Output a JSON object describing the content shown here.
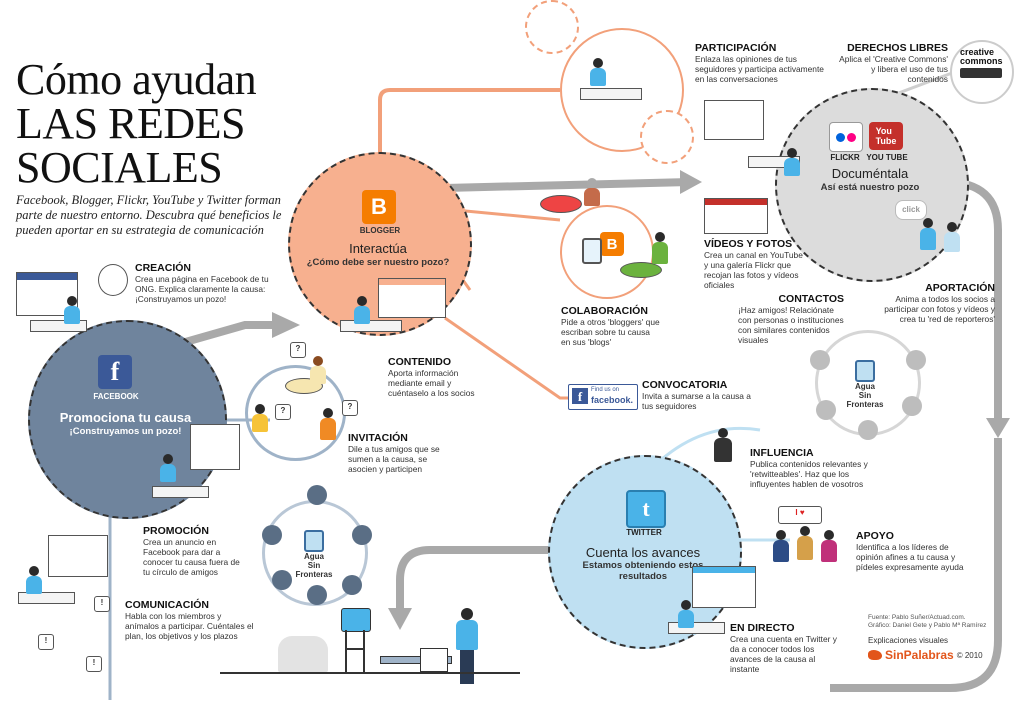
{
  "title": {
    "line1": "Cómo ayudan",
    "line2": "LAS REDES",
    "line3": "SOCIALES"
  },
  "intro": "Facebook, Blogger, Flickr, YouTube y Twitter forman parte de nuestro entorno. Descubra qué beneficios le pueden aportar en su estrategia de comunicación",
  "hubs": {
    "facebook": {
      "logo": "FACEBOOK",
      "title": "Promociona tu causa",
      "sub": "¡Construyamos un pozo!"
    },
    "blogger": {
      "logo": "BLOGGER",
      "title": "Interactúa",
      "sub": "¿Cómo debe ser nuestro pozo?"
    },
    "flickr_youtube": {
      "logo1": "FLICKR",
      "logo2": "YOU TUBE",
      "title": "Documéntala",
      "sub": "Así está nuestro pozo"
    },
    "twitter": {
      "logo": "TWITTER",
      "title": "Cuenta los avances",
      "sub": "Estamos obteniendo estos resultados"
    }
  },
  "sections": {
    "creacion": {
      "h": "CREACIÓN",
      "t": "Crea una página en Facebook de tu ONG. Explica claramente la causa: ¡Construyamos un pozo!"
    },
    "contenido": {
      "h": "CONTENIDO",
      "t": "Aporta información mediante email y cuéntaselo a los socios"
    },
    "invitacion": {
      "h": "INVITACIÓN",
      "t": "Dile a tus amigos que se sumen a la causa, se asocien y participen"
    },
    "promocion": {
      "h": "PROMOCIÓN",
      "t": "Crea un anuncio en Facebook para dar a conocer tu causa fuera de tu círculo de amigos"
    },
    "comunicacion": {
      "h": "COMUNICACIÓN",
      "t": "Habla con los miembros y anímalos a participar. Cuéntales el plan, los objetivos y los plazos"
    },
    "participacion": {
      "h": "PARTICIPACIÓN",
      "t": "Enlaza las opiniones de tus seguidores y participa activamente en las conversaciones"
    },
    "derechos": {
      "h": "DERECHOS LIBRES",
      "t": "Aplica el 'Creative Commons' y libera el uso de tus contenidos"
    },
    "colaboracion": {
      "h": "COLABORACIÓN",
      "t": "Pide a otros 'bloggers' que escriban sobre tu causa en sus 'blogs'"
    },
    "videos": {
      "h": "VÍDEOS Y FOTOS",
      "t": "Crea un canal en YouTube y una galería Flickr que recojan las fotos y vídeos oficiales"
    },
    "aportacion": {
      "h": "APORTACIÓN",
      "t": "Anima a todos los socios a participar con fotos y vídeos y crea tu 'red de reporteros'"
    },
    "contactos": {
      "h": "CONTACTOS",
      "t": "¡Haz amigos! Relaciónate con personas o instituciones con similares contenidos visuales"
    },
    "convocatoria": {
      "h": "CONVOCATORIA",
      "t": "Invita a sumarse a la causa a tus seguidores"
    },
    "influencia": {
      "h": "INFLUENCIA",
      "t": "Publica contenidos relevantes y 'retwitteables'. Haz que los influyentes hablen de vosotros"
    },
    "apoyo": {
      "h": "APOYO",
      "t": "Identifica a los líderes de opinión afines a tu causa y pídeles expresamente ayuda"
    },
    "endirecto": {
      "h": "EN DIRECTO",
      "t": "Crea una cuenta en Twitter y da a conocer todos los avances de la causa al instante"
    }
  },
  "badges": {
    "agua1": {
      "line1": "Agua",
      "line2": "Sin Fronteras"
    },
    "agua2": {
      "line1": "Agua",
      "line2": "Sin Fronteras"
    },
    "findus": {
      "line1": "Find us on",
      "line2": "facebook."
    },
    "cc": {
      "line1": "creative",
      "line2": "commons"
    },
    "click": "click"
  },
  "credits": {
    "fuente": "Fuente: Pablo Suñer/Actuad.com.",
    "grafico": "Gráfico: Daniel Gete y Pablo Mª Ramírez",
    "explicaciones": "Explicaciones visuales",
    "brand": "SinPalabras",
    "year": "© 2010"
  },
  "colors": {
    "facebook_hub": "#6f849d",
    "blogger_hub": "#f7b08f",
    "flickr_hub": "#dcdcdc",
    "twitter_hub": "#bfe0f2",
    "gray_arrow": "#a9a9a9",
    "orange_line": "#f2a07a",
    "blue_line": "#9fb3c8"
  },
  "icons": [
    "facebook-logo",
    "blogger-logo",
    "flickr-logo",
    "youtube-logo",
    "twitter-logo",
    "water-tower",
    "creative-commons-logo"
  ]
}
